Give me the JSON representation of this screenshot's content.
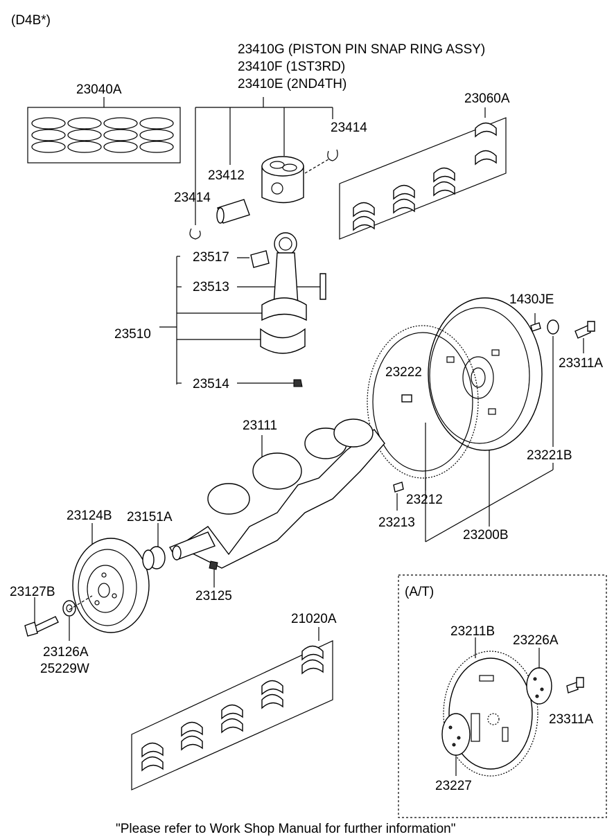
{
  "engine_code": "(D4B*)",
  "piston_labels": {
    "line1": "23410G (PISTON PIN SNAP RING ASSY)",
    "line2": "23410F (1ST3RD)",
    "line3": "23410E (2ND4TH)"
  },
  "parts": {
    "p23040A": "23040A",
    "p23060A": "23060A",
    "p23414_right": "23414",
    "p23414_left": "23414",
    "p23412": "23412",
    "p23517": "23517",
    "p23513": "23513",
    "p23510": "23510",
    "p23514": "23514",
    "p1430JE": "1430JE",
    "p23311A_top": "23311A",
    "p23222": "23222",
    "p23221B": "23221B",
    "p23111": "23111",
    "p23212": "23212",
    "p23213": "23213",
    "p23200B": "23200B",
    "p23124B": "23124B",
    "p23151A": "23151A",
    "p23127B": "23127B",
    "p23125": "23125",
    "p23126A": "23126A",
    "p25229W": "25229W",
    "p21020A": "21020A",
    "at_label": "(A/T)",
    "p23211B": "23211B",
    "p23226A": "23226A",
    "p23311A_bottom": "23311A",
    "p23227": "23227"
  },
  "footer_note": "\"Please refer to Work Shop Manual for further information\""
}
